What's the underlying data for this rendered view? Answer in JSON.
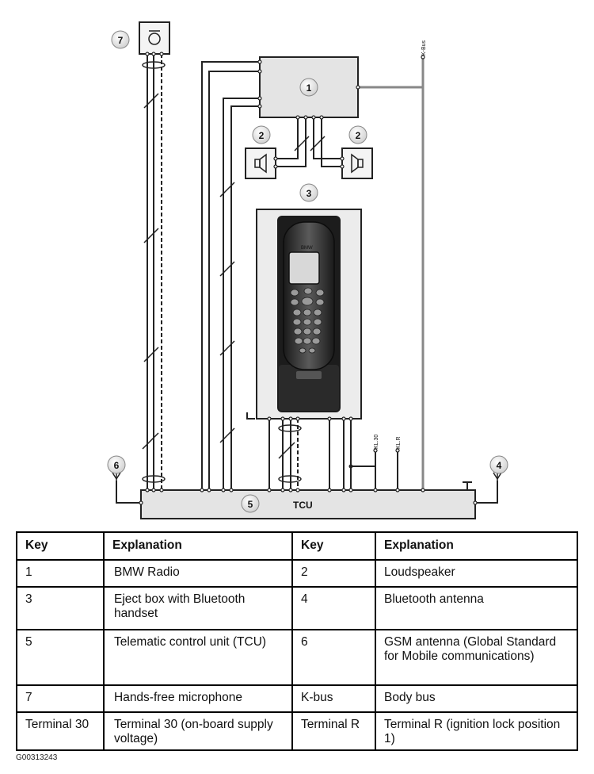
{
  "diagram": {
    "kbus_label": "K-Bus",
    "tcu_label": "TCU",
    "kl30_label": "KL.30",
    "klr_label": "KL.R",
    "handset_brand": "BMW",
    "callouts": {
      "radio": "1",
      "loudspeaker_left": "2",
      "loudspeaker_right": "2",
      "eject_box": "3",
      "bluetooth_antenna": "4",
      "tcu": "5",
      "gsm_antenna": "6",
      "microphone": "7"
    }
  },
  "table": {
    "headers": [
      "Key",
      "Explanation",
      "Key",
      "Explanation"
    ],
    "rows": [
      [
        "1",
        "BMW Radio",
        "2",
        "Loudspeaker"
      ],
      [
        "3",
        "Eject box with Bluetooth handset",
        "4",
        "Bluetooth antenna"
      ],
      [
        "5",
        "Telematic control unit (TCU)",
        "6",
        "GSM antenna (Global Standard for Mobile communications)"
      ],
      [
        "7",
        "Hands-free microphone",
        "K-bus",
        "Body bus"
      ],
      [
        "Terminal 30",
        "Terminal 30 (on-board supply voltage)",
        "Terminal R",
        "Terminal R (ignition lock position 1)"
      ]
    ]
  },
  "figure_code": "G00313243"
}
